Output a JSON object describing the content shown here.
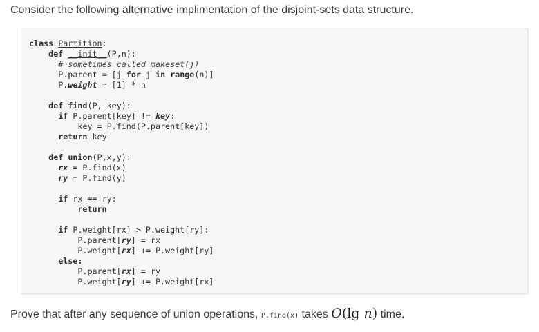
{
  "intro_text": "Consider the following alternative implimentation of the disjoint-sets data structure.",
  "code": {
    "class_kw": "class",
    "class_name": "Partition",
    "colon": ":",
    "init_def": "def",
    "init_name": "__init__",
    "init_params": "(P,n):",
    "comment": "# sometimes called makeset(j)",
    "parent_lhs": "P.parent",
    "parent_eq": " = ",
    "parent_rhs_open": "[j ",
    "for_kw": "for",
    "parent_rhs_j": " j ",
    "in_kw": "in",
    "range_kw": " range",
    "parent_rhs_close": "(n)]",
    "weight_lhs_obj": "P.",
    "weight_lhs_attr": "weight",
    "weight_eq": " = ",
    "weight_rhs": "[1] * n",
    "find_def": "def",
    "find_name": " find",
    "find_params": "(P, key):",
    "if_kw": "if",
    "find_cond": " P.parent[key] != ",
    "find_key": "key",
    "find_colon": ":",
    "find_assign": "key = P.find(P.parent[key])",
    "return_kw": "return",
    "return_val": " key",
    "union_def": "def",
    "union_name": " union",
    "union_params": "(P,x,y):",
    "rx": "rx",
    "ry": "ry",
    "find_x": " = P.find(x)",
    "find_y": " = P.find(y)",
    "if2_kw": "if",
    "if2_cond": " rx == ry:",
    "return2_kw": "return",
    "if3_kw": "if",
    "if3_cond": " P.weight[rx] > P.weight[ry]:",
    "pp_open": "P.parent[",
    "pp_close_rx": "] = rx",
    "pw_open": "P.weight[",
    "pw_plus_ry": "] += P.weight[ry]",
    "else_kw": "else:",
    "pp_close_ry": "] = ry",
    "pw_plus_rx": "] += P.weight[rx]"
  },
  "outro": {
    "prefix": "Prove that after any sequence of union operations, ",
    "code": "P.find(x)",
    "middle": " takes ",
    "math_O": "O",
    "math_open": "(",
    "math_lg": "lg",
    "math_n": " n",
    "math_close": ")",
    "suffix": " time."
  }
}
